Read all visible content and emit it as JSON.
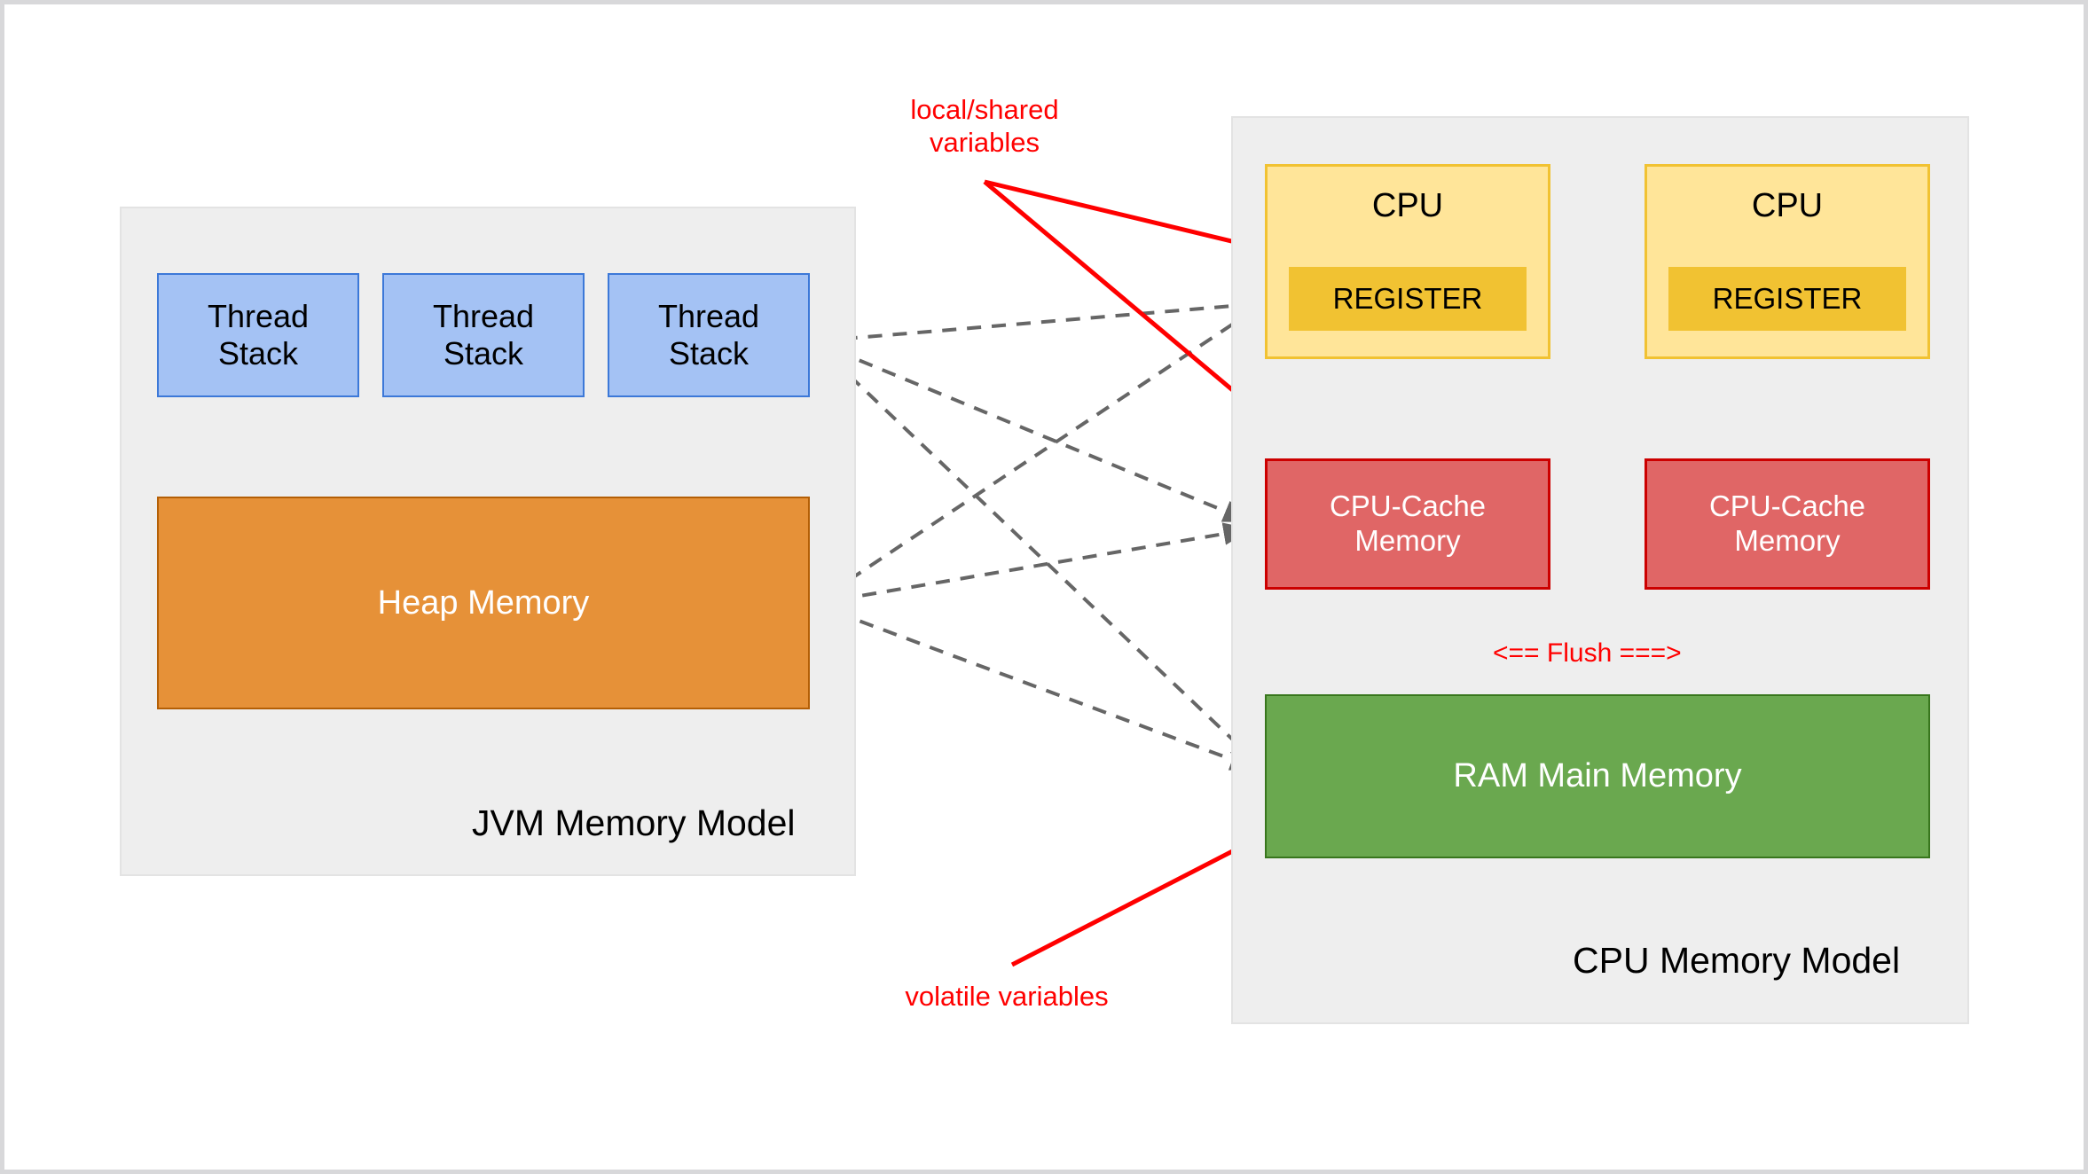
{
  "diagram": {
    "jvm_panel": {
      "label": "JVM Memory Model",
      "thread_stacks": [
        {
          "label": "Thread\nStack"
        },
        {
          "label": "Thread\nStack"
        },
        {
          "label": "Thread\nStack"
        }
      ],
      "heap": {
        "label": "Heap Memory"
      }
    },
    "cpu_panel": {
      "label": "CPU Memory Model",
      "cpus": [
        {
          "label": "CPU",
          "register_label": "REGISTER",
          "cache_label": "CPU-Cache\nMemory"
        },
        {
          "label": "CPU",
          "register_label": "REGISTER",
          "cache_label": "CPU-Cache\nMemory"
        }
      ],
      "ram": {
        "label": "RAM Main Memory"
      },
      "flush_label": "<== Flush ===>"
    },
    "annotations": {
      "local_shared": "local/shared\nvariables",
      "volatile": "volatile variables"
    },
    "colors": {
      "thread_stack_fill": "#a4c2f4",
      "thread_stack_border": "#3c78d8",
      "heap_fill": "#e69138",
      "heap_border": "#b45f06",
      "cpu_fill": "#ffe599",
      "cpu_border": "#f1c232",
      "register_fill": "#f1c232",
      "cache_fill": "#e06666",
      "cache_border": "#cc0000",
      "ram_fill": "#6aa84f",
      "ram_border": "#38761d",
      "panel_fill": "#eeeeee",
      "annotation_red": "#ff0000",
      "dashed_arrow": "#666666",
      "solid_arrow": "#666666"
    }
  }
}
